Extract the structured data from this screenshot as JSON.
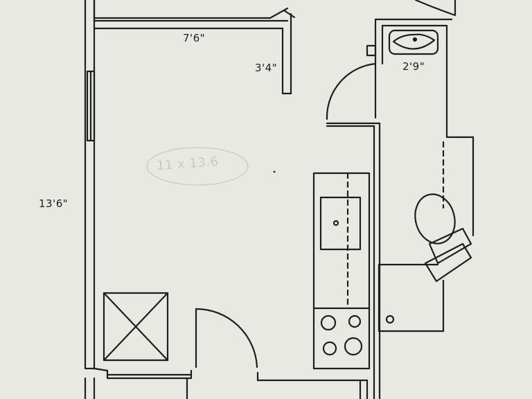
{
  "dimensions": {
    "top_width": "7'6\"",
    "closet_depth": "3'4\"",
    "bath_width": "2'9\"",
    "height": "13'6\"",
    "faint_note": "11 x 13.6"
  },
  "colors": {
    "paper": "#e9e9e4",
    "ink": "#1d1d1d",
    "faint_ink": "#c9c9c4"
  }
}
